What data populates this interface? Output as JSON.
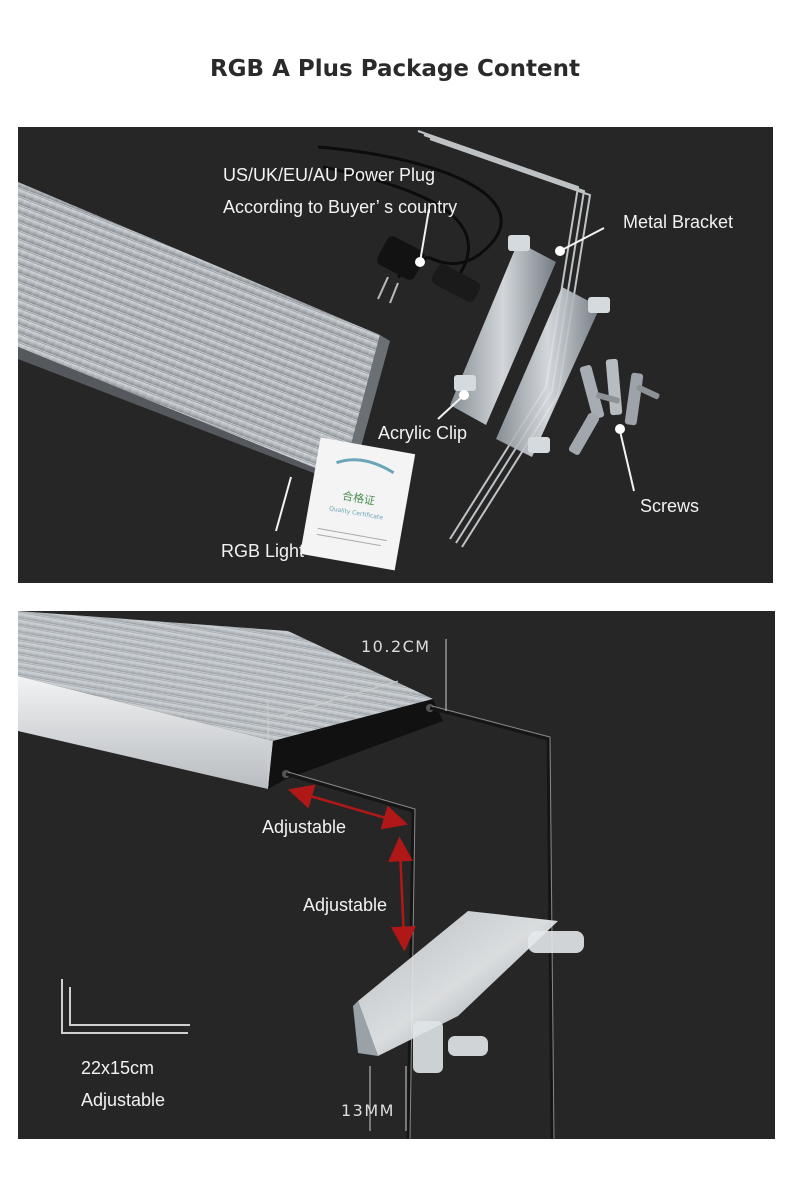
{
  "title": "RGB A Plus Package Content",
  "panel1": {
    "power_plug_line1": "US/UK/EU/AU Power Plug",
    "power_plug_line2": "According to Buyer’ s country",
    "metal_bracket": "Metal Bracket",
    "acrylic_clip": "Acrylic Clip",
    "screws": "Screws",
    "rgb_light": "RGB Light",
    "certificate_title": "合格证",
    "certificate_subtitle": "Quality Certificate"
  },
  "panel2": {
    "width_dim": "10.2CM",
    "adjustable_horizontal": "Adjustable",
    "adjustable_vertical": "Adjustable",
    "size_value": "22x15cm",
    "size_note": "Adjustable",
    "clip_dim": "13MM"
  },
  "colors": {
    "panel_bg": "#262626",
    "arrow_red": "#b01818",
    "label_text": "#f2f2f2"
  }
}
